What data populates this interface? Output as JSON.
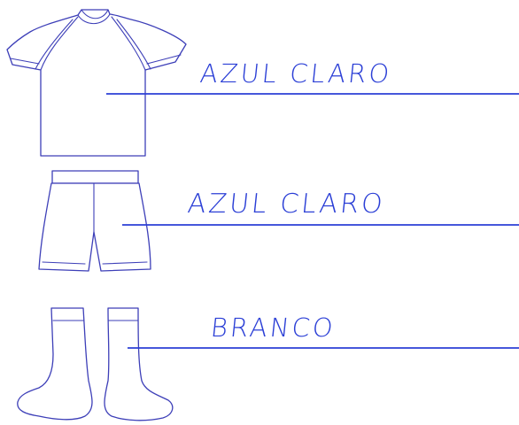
{
  "kit": {
    "shirt": {
      "color_label": "AZUL CLARO"
    },
    "shorts": {
      "color_label": "AZUL CLARO"
    },
    "socks": {
      "color_label": "BRANCO"
    }
  },
  "colors": {
    "outline": "#3d3fb8",
    "ink": "#2b3fd6",
    "background": "#ffffff"
  }
}
